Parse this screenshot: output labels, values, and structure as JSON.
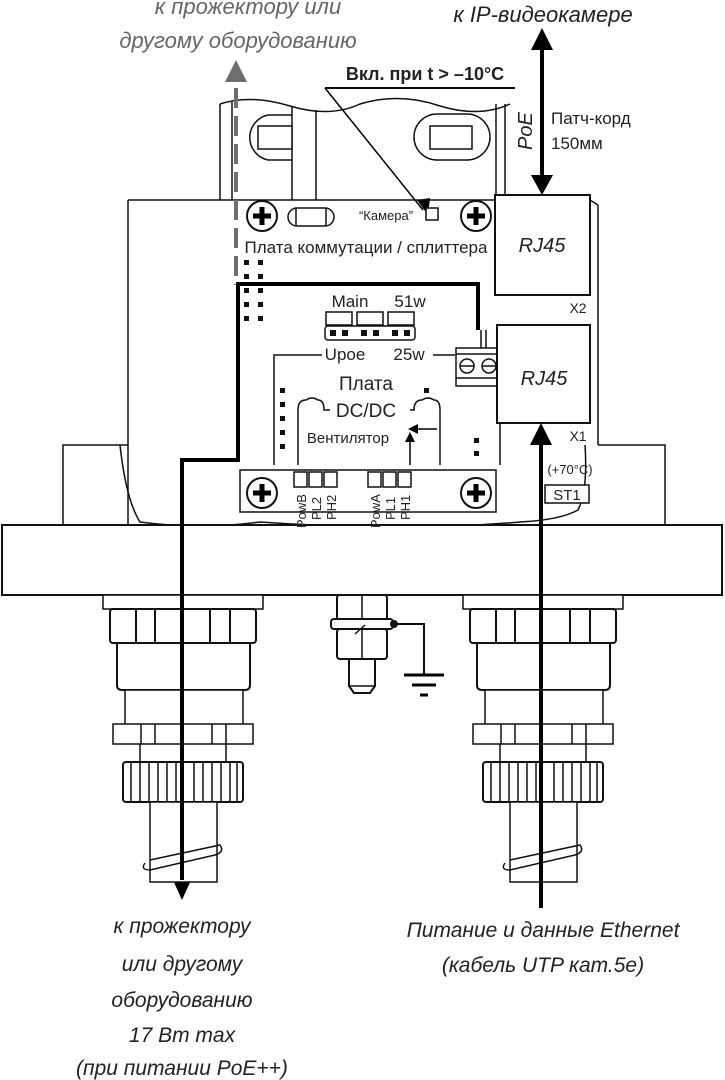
{
  "labels": {
    "top_left_line1": "к прожектору или",
    "top_left_line2": "другому оборудованию",
    "top_right": "к IP-видеокамере",
    "heater_on": "Вкл. при t > –10°С",
    "poe": "PoE",
    "patch_cord_line1": "Патч-корд",
    "patch_cord_line2": "150мм",
    "camera_jumper": "“Камера”",
    "board_title": "Плата коммутации / сплиттера",
    "rj45_top": "RJ45",
    "rj45_top_ref": "X2",
    "rj45_bottom": "RJ45",
    "rj45_bottom_ref": "X1",
    "jumper_main": "Main",
    "jumper_51w": "51w",
    "jumper_upoe": "Upoe",
    "jumper_25w": "25w",
    "dcdc_line1": "Плата",
    "dcdc_line2": "DC/DC",
    "fan": "Вентилятор",
    "thermostat_temp": "(+70°C)",
    "thermostat_ref": "ST1",
    "led_powb": "PowB",
    "led_pl2": "PL2",
    "led_ph2": "PH2",
    "led_powa": "PowA",
    "led_pl1": "PL1",
    "led_ph1": "PH1",
    "bottom_left_line1": "к прожектору",
    "bottom_left_line2": "или другому",
    "bottom_left_line3": "оборудованию",
    "bottom_left_line4": "17 Вт max",
    "bottom_left_line5": "(при питании PoE++)",
    "bottom_right_line1": "Питание и данные Ethernet",
    "bottom_right_line2": "(кабель UTP кат.5е)"
  },
  "colors": {
    "line": "#111111",
    "dashed_arrow": "#6e6e6e",
    "text": "#222222",
    "background": "#ffffff"
  }
}
